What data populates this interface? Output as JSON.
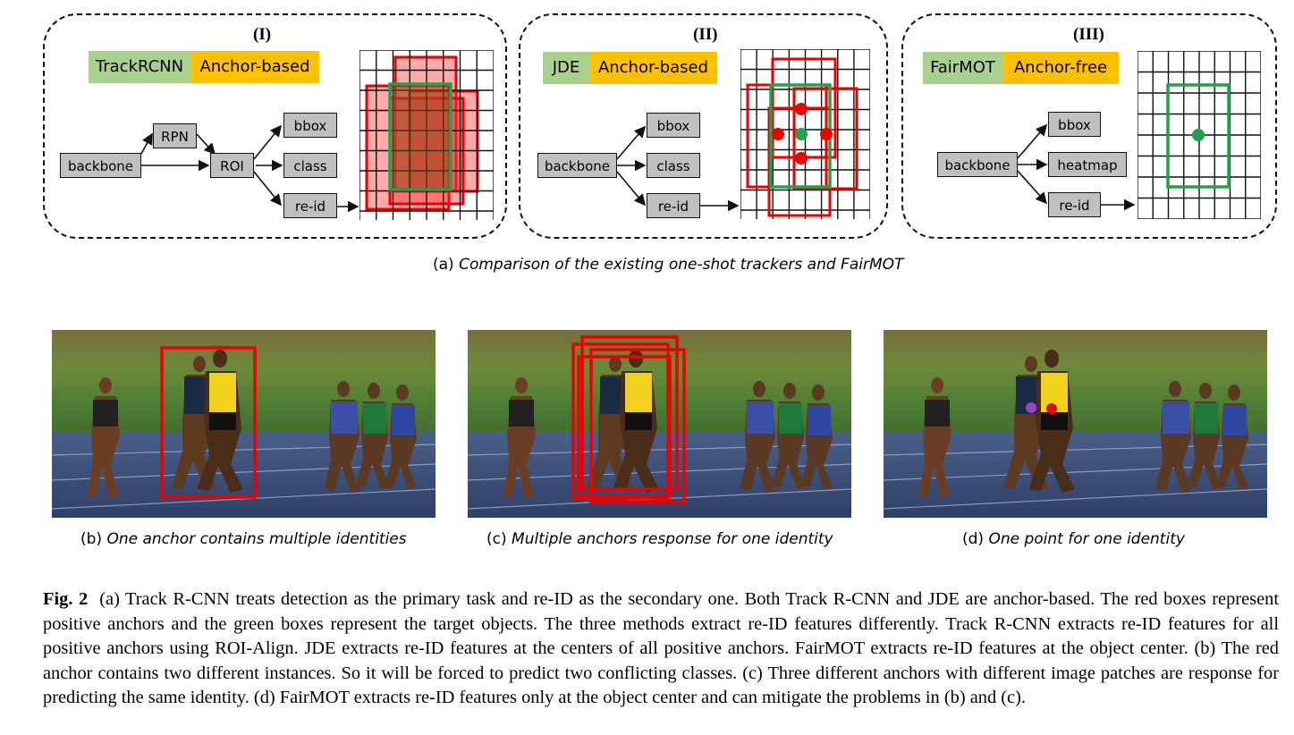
{
  "diagrams": [
    {
      "roman": "(I)",
      "method": "TrackRCNN",
      "anchor_type": "Anchor-based",
      "nodes": {
        "backbone": "backbone",
        "rpn": "RPN",
        "roi": "ROI",
        "bbox": "bbox",
        "class": "class",
        "reid": "re-id"
      }
    },
    {
      "roman": "(II)",
      "method": "JDE",
      "anchor_type": "Anchor-based",
      "nodes": {
        "backbone": "backbone",
        "bbox": "bbox",
        "class": "class",
        "reid": "re-id"
      }
    },
    {
      "roman": "(III)",
      "method": "FairMOT",
      "anchor_type": "Anchor-free",
      "nodes": {
        "backbone": "backbone",
        "bbox": "bbox",
        "heatmap": "heatmap",
        "reid": "re-id"
      }
    }
  ],
  "caption_a": {
    "label": "(a)",
    "text": "Comparison of the existing one-shot trackers and FairMOT"
  },
  "photos": [
    {
      "label": "(b)",
      "text": "One anchor contains multiple identities"
    },
    {
      "label": "(c)",
      "text": "Multiple anchors response for one identity"
    },
    {
      "label": "(d)",
      "text": "One point for one identity"
    }
  ],
  "figure_caption": {
    "label": "Fig. 2",
    "text": "(a) Track R-CNN treats detection as the primary task and re-ID as the secondary one. Both Track R-CNN and JDE are anchor-based. The red boxes represent positive anchors and the green boxes represent the target objects. The three methods extract re-ID features differently. Track R-CNN extracts re-ID features for all positive anchors using ROI-Align. JDE extracts re-ID features at the centers of all positive anchors. FairMOT extracts re-ID features at the object center. (b) The red anchor contains two different instances. So it will be forced to predict two conflicting classes. (c) Three different anchors with different image patches are response for predicting the same identity. (d) FairMOT extracts re-ID features only at the object center and can mitigate the problems in (b) and (c)."
  },
  "colors": {
    "method_tag": "#a9d18e",
    "anchor_tag": "#ffc000",
    "node_fill": "#c0c0c0",
    "anchor_box": "#ff0000",
    "target_box": "#22a050",
    "center_point": "#22a050"
  }
}
